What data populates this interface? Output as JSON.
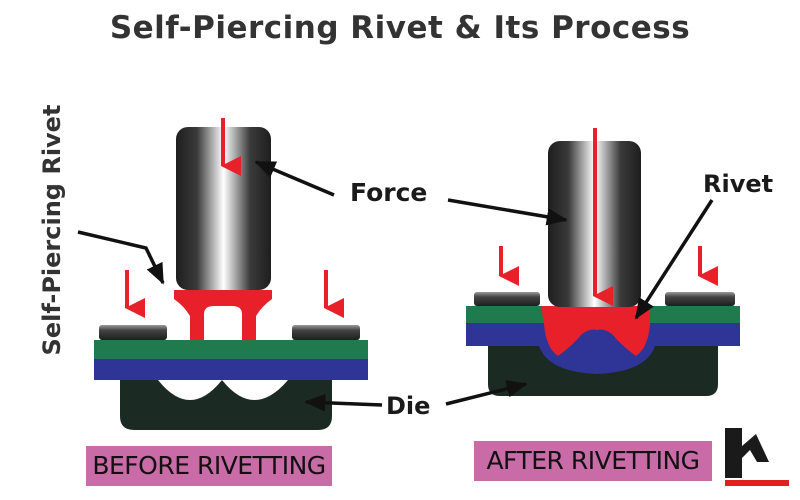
{
  "title": "Self-Piercing Rivet & Its Process",
  "side_label": "Self-Piercing Rivet",
  "labels": {
    "force": "Force",
    "rivet": "Rivet",
    "die": "Die"
  },
  "captions": {
    "before": "BEFORE RIVETTING",
    "after": "AFTER RIVETTING"
  },
  "colors": {
    "arrow_red": "#e8202a",
    "top_sheet_green": "#1f7a4d",
    "bottom_sheet_blue": "#2f3596",
    "die_dark": "#1b2a22",
    "caption_bg": "#c86ba6",
    "logo_red": "#e02020"
  },
  "icons": {
    "logo": "brand-logo-icon"
  }
}
